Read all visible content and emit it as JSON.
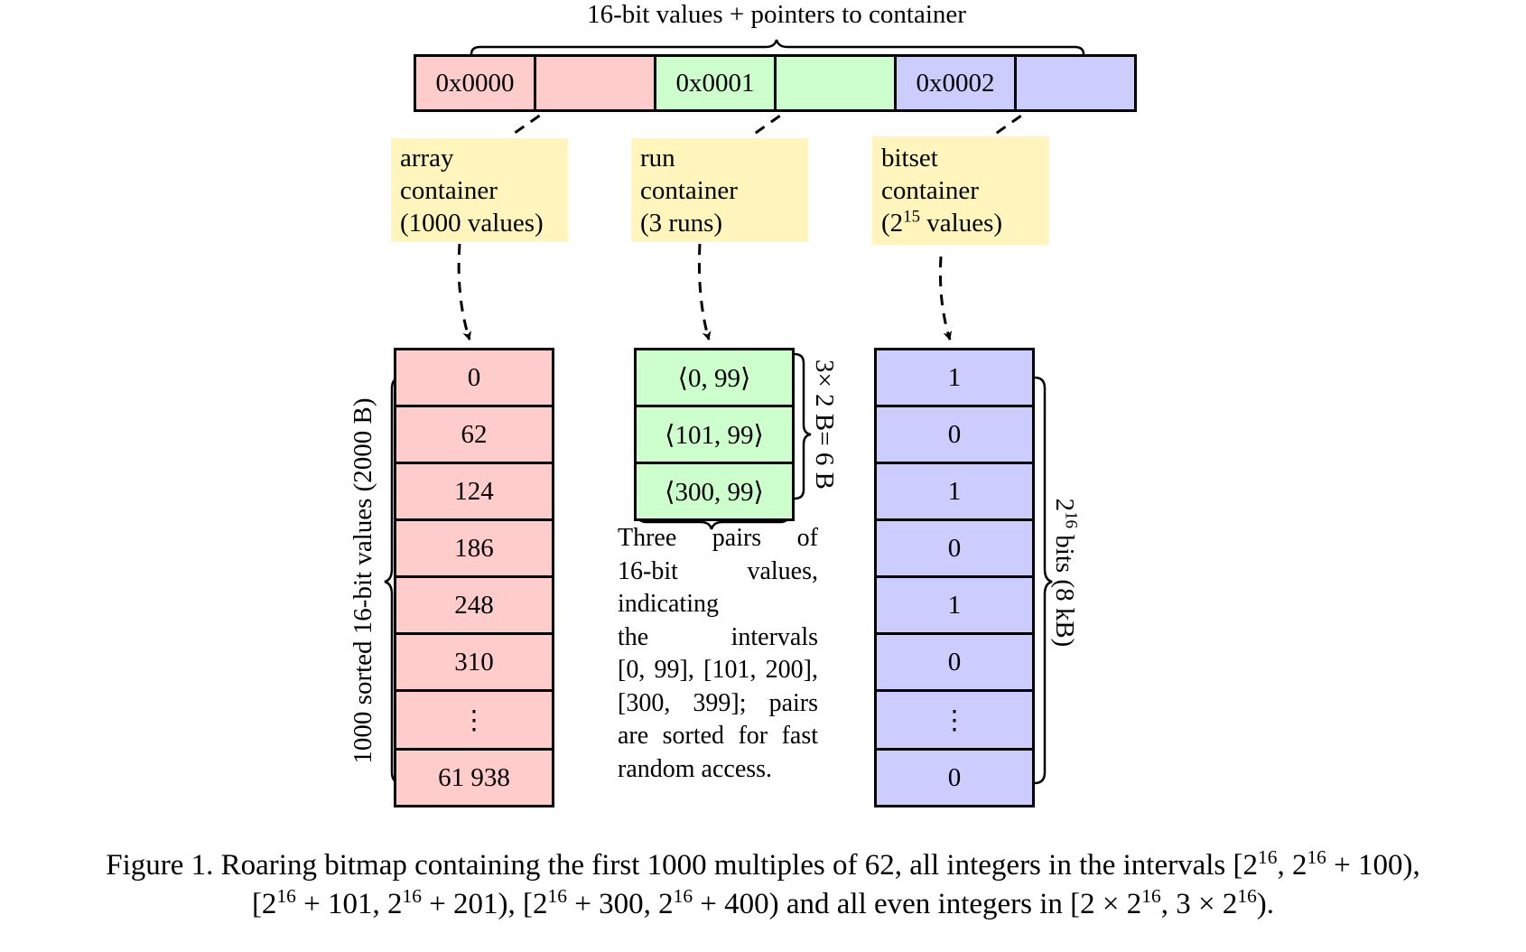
{
  "top_label": "16-bit values + pointers to container",
  "keys": [
    "0x0000",
    "0x0001",
    "0x0002"
  ],
  "colors": {
    "array": "#ffcccc",
    "run": "#ccffcc",
    "bitset": "#ccccff",
    "note": "#fff5bd"
  },
  "containers": {
    "array": {
      "label_lines": [
        "array",
        "container",
        "(1000 values)"
      ]
    },
    "run": {
      "label_lines": [
        "run",
        "container",
        "(3 runs)"
      ]
    },
    "bitset": {
      "label_lines": [
        "bitset",
        "container"
      ],
      "label_last_prefix": "(2",
      "label_last_sup": "15",
      "label_last_suffix": " values)"
    }
  },
  "array_values": [
    "0",
    "62",
    "124",
    "186",
    "248",
    "310",
    "⋮",
    "61 938"
  ],
  "run_values": [
    "⟨0, 99⟩",
    "⟨101, 99⟩",
    "⟨300, 99⟩"
  ],
  "bitset_values": [
    "1",
    "0",
    "1",
    "0",
    "1",
    "0",
    "⋮",
    "0"
  ],
  "array_side_label": "1000 sorted 16-bit values (2000 B)",
  "run_side_label": "3× 2 B= 6 B",
  "bitset_side_label": {
    "prefix": "2",
    "sup": "16",
    "suffix": " bits (8 kB)"
  },
  "run_description_lines": [
    "Three pairs of",
    "16-bit values,",
    "indicating",
    "the intervals",
    "[0, 99], [101, 200],",
    "[300, 399]; pairs",
    "are sorted for fast",
    "random access."
  ],
  "caption": {
    "line1_a": "Figure 1.  Roaring bitmap containing the first 1000 multiples of 62, all integers in the intervals [2",
    "line1_b": ", 2",
    "line1_c": " + 100),",
    "line2_a": "[2",
    "line2_b": " + 101, 2",
    "line2_c": " + 201), [2",
    "line2_d": " + 300, 2",
    "line2_e": " + 400) and all even integers in [2 × 2",
    "line2_f": ", 3 × 2",
    "line2_g": ").",
    "exp": "16"
  }
}
